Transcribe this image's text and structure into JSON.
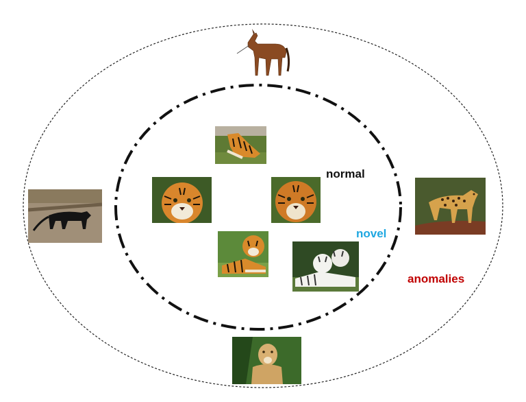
{
  "labels": {
    "normal": "normal",
    "novel": "novel",
    "anomalies": "anomalies"
  },
  "colors": {
    "normal": "#111111",
    "novel": "#1ea7e1",
    "anomalies": "#c00000"
  },
  "images": [
    {
      "name": "horse-image",
      "icon": "horse"
    },
    {
      "name": "tiger-lying-image",
      "icon": "tiger"
    },
    {
      "name": "tiger-face-left-image",
      "icon": "tiger"
    },
    {
      "name": "tiger-face-right-image",
      "icon": "tiger"
    },
    {
      "name": "tiger-sitting-image",
      "icon": "tiger"
    },
    {
      "name": "white-tigers-image",
      "icon": "white-tiger"
    },
    {
      "name": "black-panther-image",
      "icon": "black-panther"
    },
    {
      "name": "jaguar-image",
      "icon": "jaguar"
    },
    {
      "name": "lioness-image",
      "icon": "lioness"
    }
  ]
}
